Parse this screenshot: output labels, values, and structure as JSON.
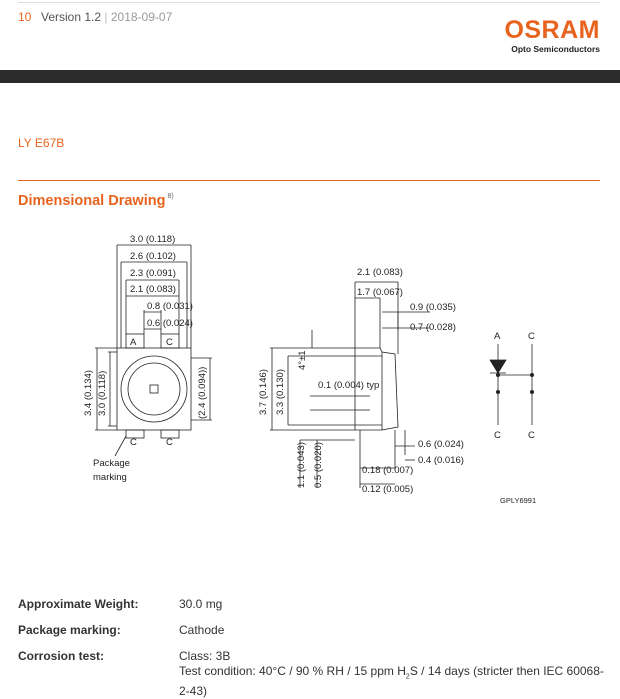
{
  "header": {
    "page_number": "10",
    "version": "Version 1.2",
    "separator": "|",
    "date": "2018-09-07",
    "logo": "OSRAM",
    "logo_sub": "Opto Semiconductors"
  },
  "product": "LY E67B",
  "section": {
    "title": "Dimensional Drawing",
    "footnote": "8)"
  },
  "drawing": {
    "top_dims": [
      "3.0 (0.118)",
      "2.6 (0.102)",
      "2.3 (0.091)",
      "2.1 (0.083)",
      "0.8 (0.031)",
      "0.6 (0.024)"
    ],
    "left_dims": [
      "3.4 (0.134)",
      "3.0 (0.118)"
    ],
    "right_dim": "(2.4 (0.094))",
    "pad_labels_top": [
      "A",
      "C"
    ],
    "pad_labels_bottom": [
      "C",
      "C"
    ],
    "package_label": [
      "Package",
      "marking"
    ],
    "side_top_dims": [
      "2.1 (0.083)",
      "1.7 (0.067)"
    ],
    "side_right_dims": [
      "0.9 (0.035)",
      "0.7 (0.028)"
    ],
    "side_left_dims": [
      "3.7 (0.146)",
      "3.3 (0.130)"
    ],
    "angle": "4°±1",
    "typ_dim": "0.1 (0.004) typ",
    "bottom_left_dims": [
      "1.1 (0.043)",
      "0.5 (0.020)"
    ],
    "bottom_right_dims": [
      "0.6 (0.024)",
      "0.4 (0.016)",
      "0.18 (0.007)",
      "0.12 (0.005)"
    ],
    "schematic_top": [
      "A",
      "C"
    ],
    "schematic_bottom": [
      "C",
      "C"
    ],
    "drawing_id": "GPLY6991"
  },
  "specs": [
    {
      "label": "Approximate Weight:",
      "value": "30.0 mg"
    },
    {
      "label": "Package marking:",
      "value": "Cathode"
    },
    {
      "label": "Corrosion test:",
      "value": "Class: 3B",
      "detail_pre": "Test condition: 40°C / 90 % RH / 15 ppm H",
      "detail_sub": "2",
      "detail_post": "S / 14 days (stricter then IEC 60068-2-43)"
    }
  ]
}
